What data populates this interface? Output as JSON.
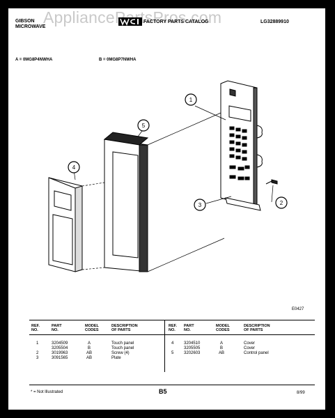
{
  "header": {
    "brand_line1": "GIBSON",
    "brand_line2": "MICROWAVE",
    "catalog_title": "FACTORY PARTS CATALOG",
    "catalog_code": "LG32889910",
    "watermark": "AppliancePartsPros.com"
  },
  "models": {
    "a": "A = 0MG8P4NWHA",
    "b": "B = 0MG8P7NWHA"
  },
  "diagram": {
    "callouts": [
      "1",
      "2",
      "3",
      "4",
      "5"
    ],
    "ref_code": "E0427"
  },
  "table": {
    "headers": {
      "ref_no": [
        "REF.",
        "NO."
      ],
      "part_no": [
        "PART",
        "NO."
      ],
      "model_codes": [
        "MODEL",
        "CODES"
      ],
      "description": [
        "DESCRIPTION",
        "OF PARTS"
      ]
    },
    "left_rows": [
      {
        "ref": "1",
        "part": "3204509",
        "code": "A",
        "desc": "Touch panel"
      },
      {
        "ref": "",
        "part": "3205504",
        "code": "B",
        "desc": "Touch panel"
      },
      {
        "ref": "2",
        "part": "3019963",
        "code": "AB",
        "desc": "Screw (4)"
      },
      {
        "ref": "3",
        "part": "3091565",
        "code": "AB",
        "desc": "Plate"
      }
    ],
    "right_rows": [
      {
        "ref": "4",
        "part": "3204510",
        "code": "A",
        "desc": "Cover"
      },
      {
        "ref": "",
        "part": "3205505",
        "code": "B",
        "desc": "Cover"
      },
      {
        "ref": "5",
        "part": "3202603",
        "code": "AB",
        "desc": "Control panel"
      }
    ]
  },
  "footer": {
    "note": "* = Not Illustrated",
    "page": "B5",
    "date": "8/99"
  }
}
